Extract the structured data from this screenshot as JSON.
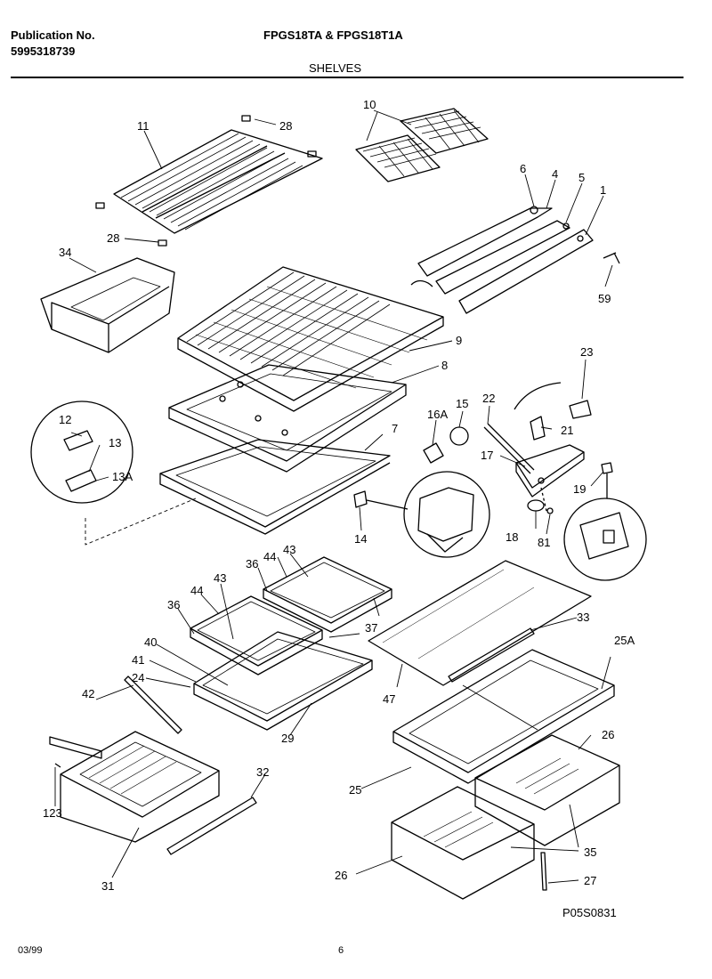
{
  "header": {
    "publication_label": "Publication No.",
    "publication_number": "5995318739",
    "models": "FPGS18TA & FPGS18T1A",
    "section": "SHELVES"
  },
  "diagram": {
    "code": "P05S0831",
    "callouts": [
      "11",
      "28",
      "10",
      "6",
      "4",
      "5",
      "1",
      "59",
      "28",
      "34",
      "9",
      "8",
      "23",
      "22",
      "15",
      "16A",
      "21",
      "12",
      "13",
      "13A",
      "7",
      "17",
      "19",
      "14",
      "18",
      "81",
      "43",
      "44",
      "36",
      "43",
      "44",
      "36",
      "37",
      "33",
      "40",
      "41",
      "24",
      "47",
      "25A",
      "42",
      "29",
      "26",
      "25",
      "32",
      "123",
      "31",
      "26",
      "35",
      "27"
    ]
  },
  "footer": {
    "date": "03/99",
    "page": "6"
  }
}
